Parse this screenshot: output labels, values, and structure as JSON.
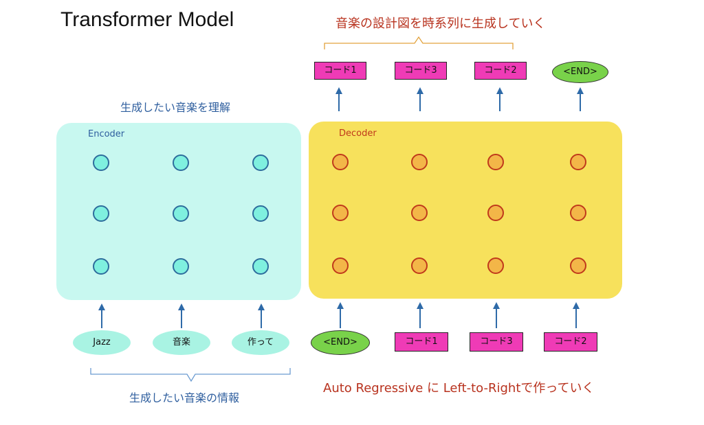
{
  "title": "Transformer Model",
  "top_caption": "音楽の設計図を時系列に生成していく",
  "encoder_caption": "生成したい音楽を理解",
  "bottom_caption": "生成したい音楽の情報",
  "decoder_caption": "Auto Regressive に Left-to-Rightで作っていく",
  "encoder": {
    "label": "Encoder",
    "inputs": [
      "Jazz",
      "音楽",
      "作って"
    ]
  },
  "decoder": {
    "label": "Decoder",
    "outputs": [
      "コード1",
      "コード3",
      "コード2",
      "<END>"
    ],
    "inputs": [
      "<END>",
      "コード1",
      "コード3",
      "コード2"
    ]
  },
  "colors": {
    "encoder_bg": "#c8f8f0",
    "decoder_bg": "#f7e15c",
    "chord_box": "#ef3bb6",
    "end_oval": "#79d24a",
    "arrow": "#2e6aa8",
    "bracket_top": "#e2a23c",
    "bracket_bottom": "#6b9bd1"
  }
}
